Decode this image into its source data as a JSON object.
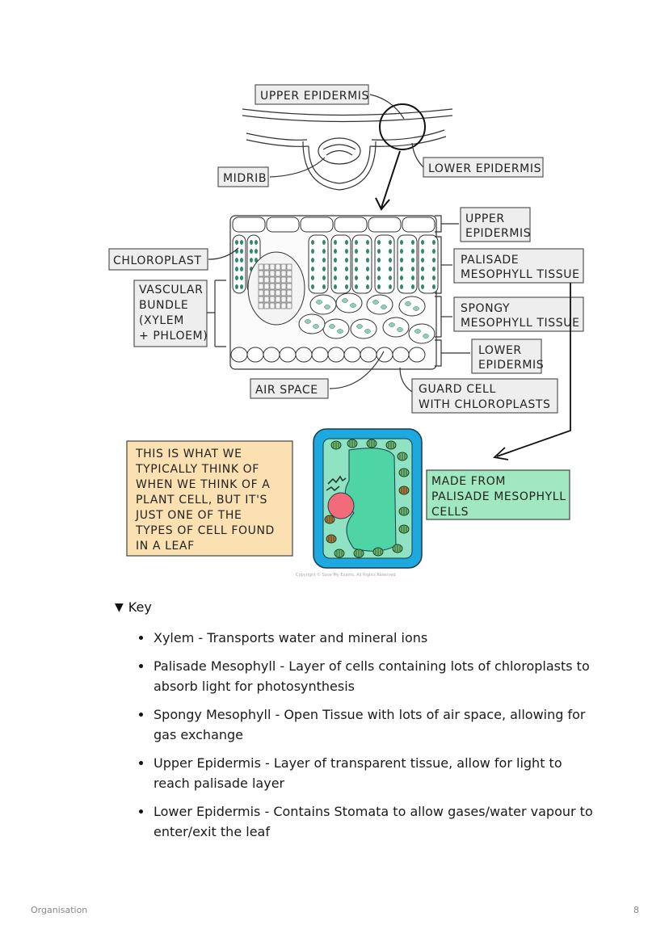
{
  "figure": {
    "labels": {
      "upper_epidermis_top": "UPPER EPIDERMIS",
      "midrib": "MIDRIB",
      "lower_epidermis_top": "LOWER EPIDERMIS",
      "upper_epidermis_1": "UPPER",
      "upper_epidermis_2": "EPIDERMIS",
      "chloroplast": "CHLOROPLAST",
      "palisade_1": "PALISADE",
      "palisade_2": "MESOPHYLL TISSUE",
      "vascular_1": "VASCULAR",
      "vascular_2": "BUNDLE",
      "vascular_3": "(XYLEM",
      "vascular_4": "+ PHLOEM)",
      "spongy_1": "SPONGY",
      "spongy_2": "MESOPHYLL TISSUE",
      "lower_epidermis_1": "LOWER",
      "lower_epidermis_2": "EPIDERMIS",
      "air_space": "AIR SPACE",
      "guard_1": "GUARD CELL",
      "guard_2": "WITH CHLOROPLASTS",
      "note_1": "THIS IS WHAT WE",
      "note_2": "TYPICALLY THINK OF",
      "note_3": "WHEN WE THINK OF A",
      "note_4": "PLANT CELL, BUT IT'S",
      "note_5": "JUST ONE OF THE",
      "note_6": "TYPES OF CELL FOUND",
      "note_7": "IN A LEAF",
      "made_1": "MADE FROM",
      "made_2": "PALISADE MESOPHYLL",
      "made_3": "CELLS",
      "copyright": "Copyright © Save My Exams. All Rights Reserved"
    },
    "colors": {
      "note_fill": "#fbe0b2",
      "made_fill": "#9fe8c0",
      "cell_wall": "#1ea8e0",
      "cytoplasm": "#8fe3c4",
      "vacuole": "#4fd4a6",
      "nucleus": "#f26b7a",
      "chloroplast": "#6fbf73",
      "tissue_chloroplast": "#2e8b6a"
    }
  },
  "key": {
    "toggle_icon": "triangle-down-icon",
    "title": "Key",
    "items": [
      "Xylem - Transports water and mineral ions",
      "Palisade Mesophyll - Layer of cells containing lots of chloroplasts to absorb light for photosynthesis",
      "Spongy Mesophyll - Open Tissue with lots of air space, allowing for gas exchange",
      "Upper Epidermis - Layer of transparent tissue, allow for light to reach palisade layer",
      "Lower Epidermis - Contains Stomata to allow gases/water vapour to enter/exit the leaf"
    ]
  },
  "footer": {
    "section": "Organisation",
    "page_number": "8"
  }
}
